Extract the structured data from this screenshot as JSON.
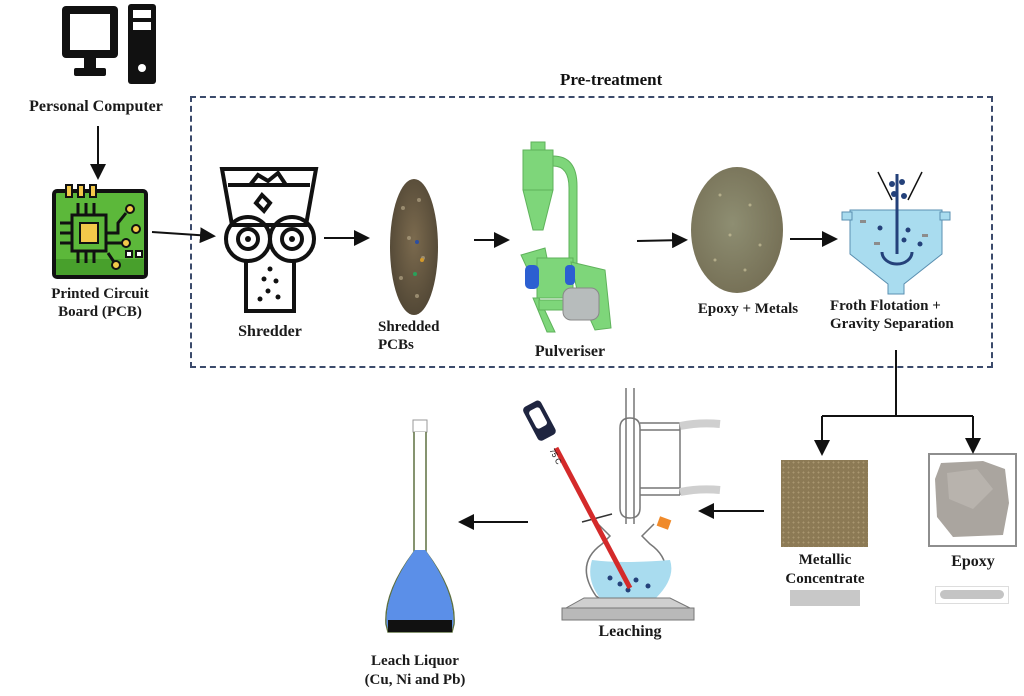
{
  "diagram": {
    "title": "Pre-treatment",
    "nodes": [
      {
        "id": "pc",
        "label": "Personal Computer",
        "icon": "desktop-computer-icon"
      },
      {
        "id": "pcb",
        "label_lines": [
          "Printed Circuit",
          "Board (PCB)"
        ],
        "icon": "circuit-board-icon"
      },
      {
        "id": "shredder",
        "label": "Shredder",
        "icon": "shredder-icon"
      },
      {
        "id": "shredded",
        "label_lines": [
          "Shredded",
          "PCBs"
        ],
        "icon": "shredded-pcb-pile"
      },
      {
        "id": "pulveriser",
        "label": "Pulveriser",
        "icon": "pulveriser-machine"
      },
      {
        "id": "epoxy_metals",
        "label": "Epoxy + Metals",
        "icon": "powder-pile"
      },
      {
        "id": "flotation",
        "label_lines": [
          "Froth Flotation +",
          "Gravity Separation"
        ],
        "icon": "flotation-cell-icon"
      },
      {
        "id": "metallic",
        "label_lines": [
          "Metallic",
          "Concentrate"
        ],
        "icon": "metallic-concentrate-sample"
      },
      {
        "id": "epoxy",
        "label": "Epoxy",
        "icon": "epoxy-sample"
      },
      {
        "id": "leaching",
        "label": "Leaching",
        "icon": "leaching-apparatus",
        "thermometer_reading": "75 C"
      },
      {
        "id": "leach_liquor",
        "label_lines": [
          "Leach Liquor",
          "(Cu, Ni and Pb)"
        ],
        "icon": "volumetric-flask-icon"
      }
    ],
    "edges": [
      [
        "pc",
        "pcb"
      ],
      [
        "pcb",
        "shredder"
      ],
      [
        "shredder",
        "shredded"
      ],
      [
        "shredded",
        "pulveriser"
      ],
      [
        "pulveriser",
        "epoxy_metals"
      ],
      [
        "epoxy_metals",
        "flotation"
      ],
      [
        "flotation",
        "metallic"
      ],
      [
        "flotation",
        "epoxy"
      ],
      [
        "metallic",
        "leaching"
      ],
      [
        "leaching",
        "leach_liquor"
      ]
    ],
    "colors": {
      "box_border": "#3b4a6b",
      "pcb_green": "#5cb83a",
      "pulveriser_green": "#7ed67a",
      "flotation_water": "#a9dcef",
      "flask_liquid": "#5b8fe8",
      "thermometer_red": "#d42a2a"
    }
  }
}
